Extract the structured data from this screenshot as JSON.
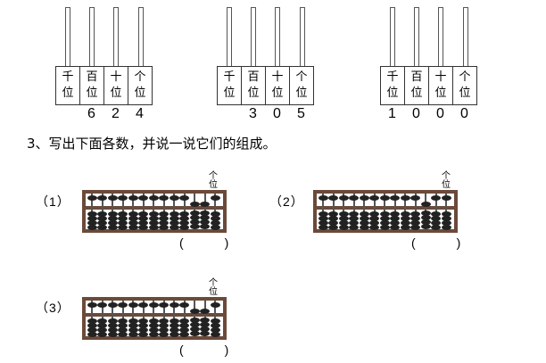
{
  "place_labels": [
    {
      "top": "千",
      "bottom": "位"
    },
    {
      "top": "百",
      "bottom": "位"
    },
    {
      "top": "十",
      "bottom": "位"
    },
    {
      "top": "个",
      "bottom": "位"
    }
  ],
  "counters": [
    {
      "digits": [
        "",
        "6",
        "2",
        "4"
      ]
    },
    {
      "digits": [
        "",
        "3",
        "0",
        "5"
      ]
    },
    {
      "digits": [
        "1",
        "0",
        "0",
        "0"
      ]
    }
  ],
  "question3": "3、写出下面各数，并说一说它们的组成。",
  "abaci": [
    {
      "label": "（1）",
      "ones_top": "个",
      "ones_bottom": "位",
      "open": "(",
      "close": ")"
    },
    {
      "label": "（2）",
      "ones_top": "个",
      "ones_bottom": "位",
      "open": "(",
      "close": ")"
    },
    {
      "label": "（3）",
      "ones_top": "个",
      "ones_bottom": "位",
      "open": "(",
      "close": ")"
    }
  ]
}
